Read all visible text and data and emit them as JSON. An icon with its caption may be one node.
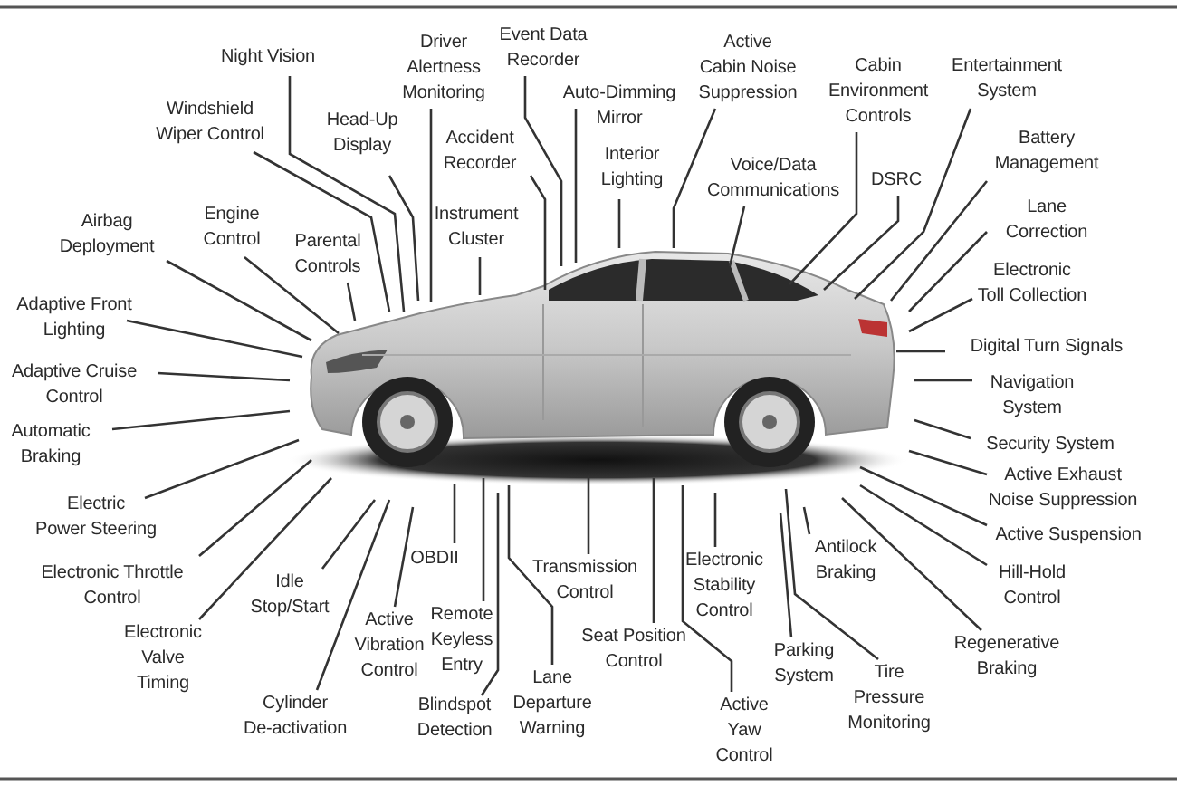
{
  "diagram": {
    "nodes": [
      {
        "text": [
          "Night Vision"
        ]
      },
      {
        "text": [
          "Event Data Recorder"
        ]
      },
      {
        "text": [
          "Driver Alertness Monitoring"
        ]
      },
      {
        "text": [
          "Active Cabin Noise Suppression"
        ]
      },
      {
        "text": [
          "Cabin Environment Controls"
        ]
      },
      {
        "text": [
          "Entertainment System"
        ]
      },
      {
        "text": [
          "Auto-Dimming Mirror"
        ]
      },
      {
        "text": [
          "Windshield Wiper Control"
        ]
      },
      {
        "text": [
          "Head-Up Display"
        ]
      },
      {
        "text": [
          "Accident Recorder"
        ]
      },
      {
        "text": [
          "Battery Management"
        ]
      },
      {
        "text": [
          "Interior Lighting"
        ]
      },
      {
        "text": [
          "Voice/Data Communications"
        ]
      },
      {
        "text": [
          "DSRC"
        ]
      },
      {
        "text": [
          "Lane Correction"
        ]
      },
      {
        "text": [
          "Engine Control"
        ]
      },
      {
        "text": [
          "Instrument Cluster"
        ]
      },
      {
        "text": [
          "Airbag Deployment"
        ]
      },
      {
        "text": [
          "Parental Controls"
        ]
      },
      {
        "text": [
          "Electronic Toll Collection"
        ]
      },
      {
        "text": [
          "Adaptive Front Lighting"
        ]
      },
      {
        "text": [
          "Digital Turn Signals"
        ]
      },
      {
        "text": [
          "Adaptive Cruise Control"
        ]
      },
      {
        "text": [
          "Navigation System"
        ]
      },
      {
        "text": [
          "Automatic Braking"
        ]
      },
      {
        "text": [
          "Security System"
        ]
      },
      {
        "text": [
          "Active Exhaust Noise Suppression"
        ]
      },
      {
        "text": [
          "Electric Power Steering"
        ]
      },
      {
        "text": [
          "Active Suspension"
        ]
      },
      {
        "text": [
          "OBDII"
        ]
      },
      {
        "text": [
          "Antilock Braking"
        ]
      },
      {
        "text": [
          "Electronic Stability Control"
        ]
      },
      {
        "text": [
          "Transmission Control"
        ]
      },
      {
        "text": [
          "Electronic Throttle Control"
        ]
      },
      {
        "text": [
          "Hill-Hold Control"
        ]
      },
      {
        "text": [
          "Idle Stop/Start"
        ]
      },
      {
        "text": [
          "Remote Keyless Entry"
        ]
      },
      {
        "text": [
          "Active Vibration Control"
        ]
      },
      {
        "text": [
          "Electronic Valve Timing"
        ]
      },
      {
        "text": [
          "Seat Position Control"
        ]
      },
      {
        "text": [
          "Regenerative Braking"
        ]
      },
      {
        "text": [
          "Parking System"
        ]
      },
      {
        "text": [
          "Tire Pressure Monitoring"
        ]
      },
      {
        "text": [
          "Lane Departure Warning"
        ]
      },
      {
        "text": [
          "Cylinder De-activation"
        ]
      },
      {
        "text": [
          "Blindspot Detection"
        ]
      },
      {
        "text": [
          "Active Yaw Control"
        ]
      }
    ],
    "edges": [
      {
        "from": 0,
        "to": null,
        "arrow": "none"
      },
      {
        "from": 1,
        "to": null,
        "arrow": "none"
      },
      {
        "from": 2,
        "to": null,
        "arrow": "none"
      },
      {
        "from": 3,
        "to": null,
        "arrow": "none"
      },
      {
        "from": 4,
        "to": null,
        "arrow": "none"
      },
      {
        "from": 5,
        "to": null,
        "arrow": "none"
      },
      {
        "from": 6,
        "to": null,
        "arrow": "none"
      },
      {
        "from": 7,
        "to": null,
        "arrow": "none"
      },
      {
        "from": 8,
        "to": null,
        "arrow": "none"
      },
      {
        "from": 9,
        "to": null,
        "arrow": "none"
      },
      {
        "from": 10,
        "to": null,
        "arrow": "none"
      },
      {
        "from": 11,
        "to": null,
        "arrow": "none"
      },
      {
        "from": 12,
        "to": null,
        "arrow": "none"
      },
      {
        "from": 13,
        "to": null,
        "arrow": "none"
      },
      {
        "from": 14,
        "to": null,
        "arrow": "none"
      },
      {
        "from": 15,
        "to": null,
        "arrow": "none"
      },
      {
        "from": 16,
        "to": null,
        "arrow": "none"
      },
      {
        "from": 17,
        "to": null,
        "arrow": "none"
      },
      {
        "from": 18,
        "to": null,
        "arrow": "none"
      },
      {
        "from": 19,
        "to": null,
        "arrow": "none"
      },
      {
        "from": 20,
        "to": null,
        "arrow": "none"
      },
      {
        "from": 21,
        "to": null,
        "arrow": "none"
      },
      {
        "from": 22,
        "to": null,
        "arrow": "none"
      },
      {
        "from": 23,
        "to": null,
        "arrow": "none"
      },
      {
        "from": 24,
        "to": null,
        "arrow": "none"
      },
      {
        "from": 25,
        "to": null,
        "arrow": "none"
      },
      {
        "from": 26,
        "to": null,
        "arrow": "none"
      },
      {
        "from": 27,
        "to": null,
        "arrow": "none"
      },
      {
        "from": 28,
        "to": null,
        "arrow": "none"
      },
      {
        "from": 29,
        "to": null,
        "arrow": "none"
      },
      {
        "from": 30,
        "to": null,
        "arrow": "none"
      },
      {
        "from": 31,
        "to": null,
        "arrow": "none"
      },
      {
        "from": 32,
        "to": null,
        "arrow": "none"
      },
      {
        "from": 33,
        "to": null,
        "arrow": "none"
      },
      {
        "from": 34,
        "to": null,
        "arrow": "none"
      },
      {
        "from": 35,
        "to": null,
        "arrow": "none"
      },
      {
        "from": 36,
        "to": null,
        "arrow": "none"
      },
      {
        "from": 37,
        "to": null,
        "arrow": "none"
      },
      {
        "from": 38,
        "to": null,
        "arrow": "none"
      },
      {
        "from": 39,
        "to": null,
        "arrow": "none"
      },
      {
        "from": 40,
        "to": null,
        "arrow": "none"
      },
      {
        "from": 41,
        "to": null,
        "arrow": "none"
      },
      {
        "from": 42,
        "to": null,
        "arrow": "none"
      },
      {
        "from": 43,
        "to": null,
        "arrow": "none"
      },
      {
        "from": 44,
        "to": null,
        "arrow": "none"
      },
      {
        "from": 45,
        "to": null,
        "arrow": "none"
      },
      {
        "from": 46,
        "to": null,
        "arrow": "none"
      }
    ]
  }
}
